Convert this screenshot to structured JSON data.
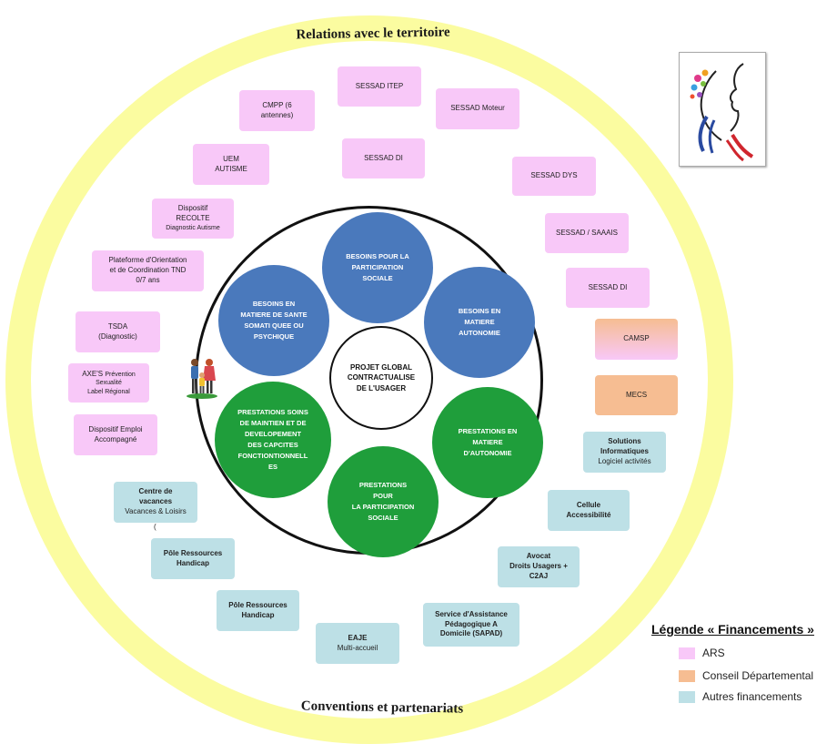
{
  "titles": {
    "top": "Relations avec le territoire",
    "bottom": "Conventions et partenariats"
  },
  "center": {
    "line1": "PROJET GLOBAL",
    "line2": "CONTRACTUALISE",
    "line3": "DE L'USAGER"
  },
  "circles": {
    "participation": [
      "BESOINS POUR LA",
      "PARTICIPATION",
      "SOCIALE"
    ],
    "sante": [
      "BESOINS EN",
      "MATIERE DE SANTE",
      "SOMATI QUEE OU",
      "PSYCHIQUE"
    ],
    "autonomie": [
      "BESOINS EN",
      "MATIERE",
      "AUTONOMIE"
    ],
    "prestations_soins": [
      "PRESTATIONS SOINS",
      "DE MAINTIEN ET DE",
      "DEVELOPEMENT",
      "DES CAPCITES",
      "FONCTIONTIONNELL",
      "ES"
    ],
    "prestations_autonomie": [
      "PRESTATIONS EN",
      "MATIERE",
      "D'AUTONOMIE"
    ],
    "prestations_participation": [
      "PRESTATIONS",
      "POUR",
      "LA PARTICIPATION",
      "SOCIALE"
    ]
  },
  "boxes": {
    "sessad_itep": [
      "SESSAD ITEP"
    ],
    "cmpp": [
      "CMPP (6",
      "antennes)"
    ],
    "sessad_moteur": [
      "SESSAD Moteur"
    ],
    "uem": [
      "UEM",
      "AUTISME"
    ],
    "sessad_di_top": [
      "SESSAD DI"
    ],
    "sessad_dys": [
      "SESSAD  DYS"
    ],
    "recolte": [
      "Dispositif",
      "RECOLTE"
    ],
    "recolte_sub": "Diagnostic Autisme",
    "sessad_saaais": [
      "SESSAD / SAAAIS"
    ],
    "plateforme": [
      "Plateforme d'Orientation",
      "et de Coordination TND",
      "0/7 ans"
    ],
    "sessad_di": [
      "SESSAD DI"
    ],
    "tsda": [
      "TSDA",
      "(Diagnostic)"
    ],
    "camsp": [
      "CAMSP"
    ],
    "axes_title": "AXE'S",
    "axes_lines": [
      "Prévention",
      "Sexualité",
      "Label Régional"
    ],
    "mecs": [
      "MECS"
    ],
    "emploi": [
      "Dispositif Emploi",
      "Accompagné"
    ],
    "solutions": [
      "Solutions",
      "Informatiques"
    ],
    "solutions_sub": "Logiciel activités",
    "vacances": [
      "Centre de",
      "vacances"
    ],
    "vacances_sub": "Vacances & Loisirs",
    "vacances_extra": "(",
    "cellule": [
      "Cellule",
      "Accessibilité"
    ],
    "pole1": [
      "Pôle Ressources",
      "Handicap"
    ],
    "avocat": [
      "Avocat",
      "Droits Usagers +",
      "C2AJ"
    ],
    "pole2": [
      "Pôle Ressources",
      "Handicap"
    ],
    "sapad": [
      "Service d'Assistance",
      "Pédagogique A",
      "Domicile (SAPAD)"
    ],
    "eaje": [
      "EAJE"
    ],
    "eaje_sub": "Multi-accueil"
  },
  "legend": {
    "title": "Légende « Financements »",
    "items": [
      {
        "label": "ARS",
        "color": "#f8c8f8"
      },
      {
        "label": "Conseil Départemental",
        "color": "#f6bd92"
      },
      {
        "label": "Autres financements",
        "color": "#bde0e6"
      }
    ]
  },
  "colors": {
    "outer_ring": "#fbfca0",
    "besoins": "#4a79bc",
    "prestations": "#1f9e3b"
  }
}
